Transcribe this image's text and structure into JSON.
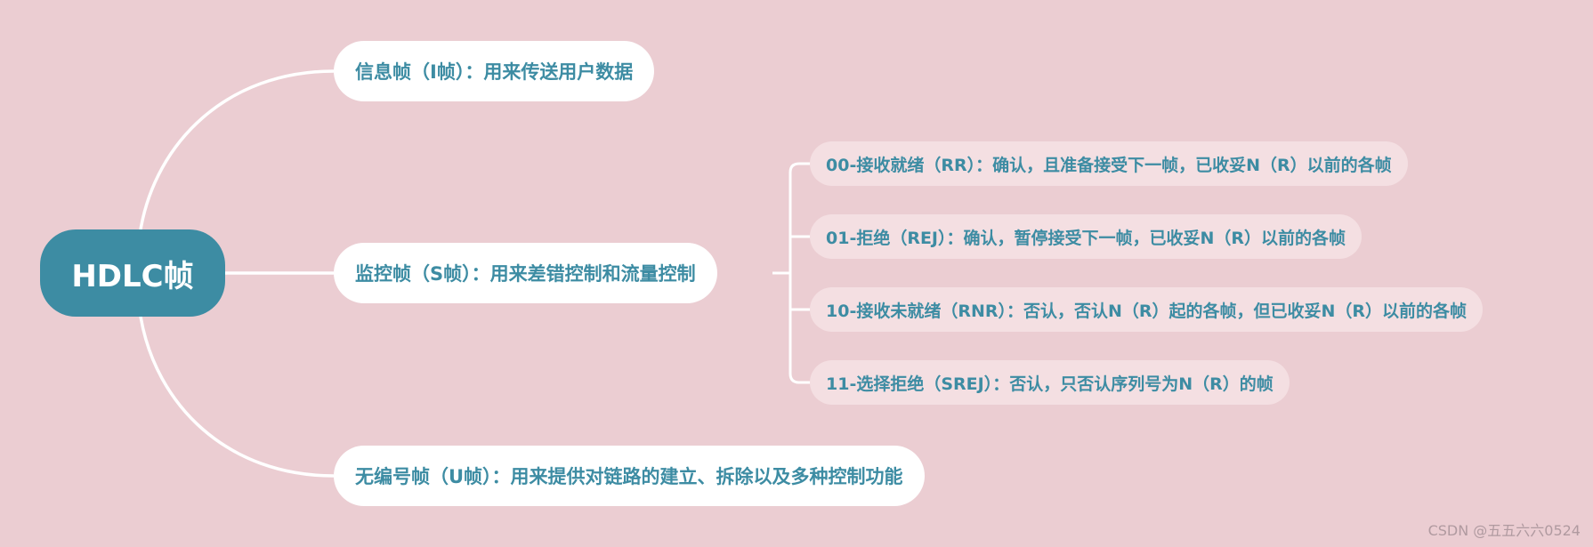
{
  "mindmap": {
    "root": {
      "label": "HDLC帧"
    },
    "branches": [
      {
        "label": "信息帧（I帧）：用来传送用户数据"
      },
      {
        "label": "监控帧（S帧）：用来差错控制和流量控制"
      },
      {
        "label": "无编号帧（U帧）：用来提供对链路的建立、拆除以及多种控制功能"
      }
    ],
    "leaves": [
      {
        "label": "00-接收就绪（RR）：确认，且准备接受下一帧，已收妥N（R）以前的各帧"
      },
      {
        "label": "01-拒绝（REJ）：确认，暂停接受下一帧，已收妥N（R）以前的各帧"
      },
      {
        "label": "10-接收未就绪（RNR）：否认，否认N（R）起的各帧，但已收妥N（R）以前的各帧"
      },
      {
        "label": "11-选择拒绝（SREJ）：否认，只否认序列号为N（R）的帧"
      }
    ]
  },
  "watermark": {
    "label": "CSDN @五五六六0524"
  },
  "colors": {
    "background": "#ebcdd2",
    "root_fill": "#3d8ca3",
    "branch_fill": "#ffffff",
    "leaf_fill": "#f4dfe2",
    "text_accent": "#3d8ca3",
    "connector": "#ffffff"
  }
}
